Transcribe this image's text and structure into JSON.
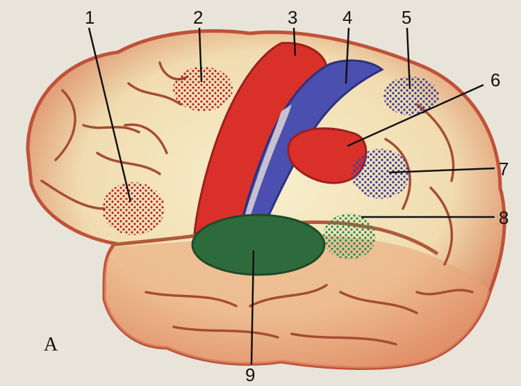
{
  "figure": {
    "panel_letter": "А",
    "labels": [
      "1",
      "2",
      "3",
      "4",
      "5",
      "6",
      "7",
      "8",
      "9"
    ]
  },
  "colors": {
    "background": "#e9e4da",
    "brain_edge": "#c0523a",
    "brain_fill": "#f3e6bd",
    "red_area": "#d9312a",
    "blue_area": "#4a4fb0",
    "green_area": "#2e6b3c",
    "dots_red": "#b31f22",
    "dots_blue": "#3b3f97",
    "dots_green": "#2f8b4c"
  },
  "icons": {
    "brain": "brain-lateral-view-illustration"
  }
}
